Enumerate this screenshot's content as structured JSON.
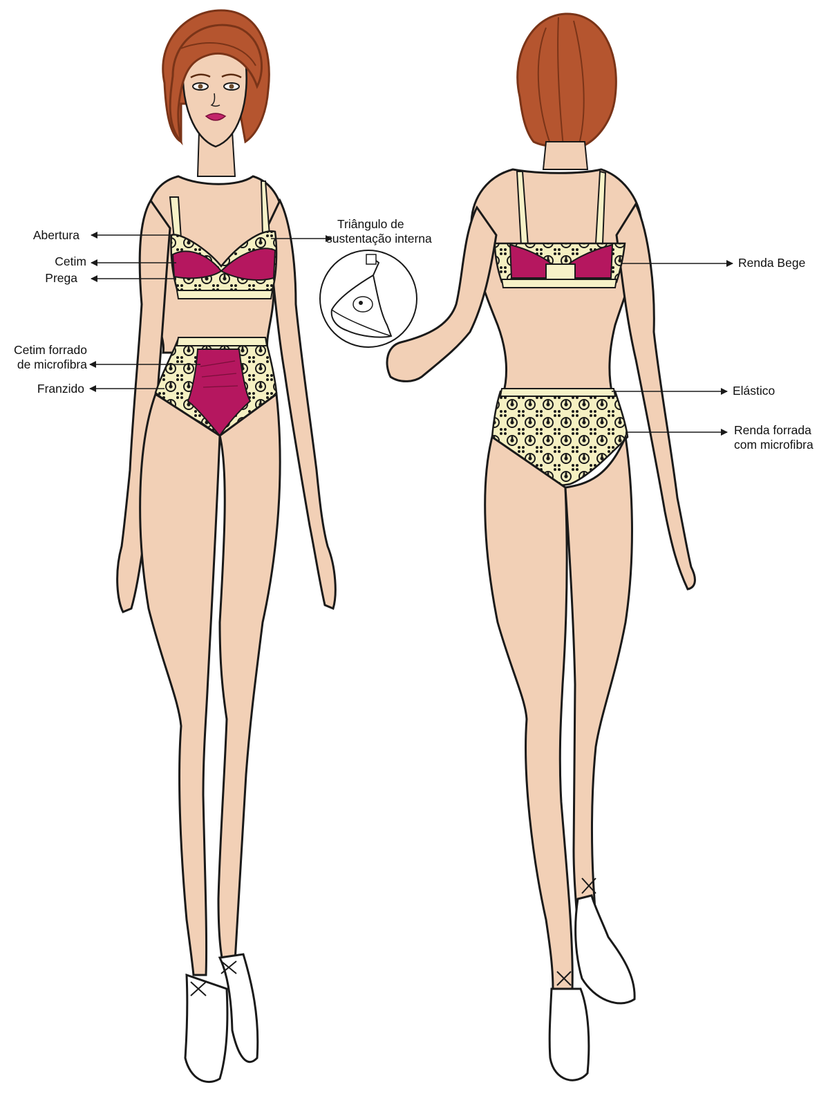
{
  "colors": {
    "skin": "#f2d0b6",
    "skin_shadow": "#e4b394",
    "hair": "#b5552f",
    "hair_dark": "#7a3418",
    "satin": "#b5175f",
    "lace_ground": "#f5f0c2",
    "lace_pattern": "#1a1a1a",
    "strap": "#f7f2c8",
    "outline": "#1a1a1a",
    "lips": "#c2246a",
    "shoe": "#ffffff"
  },
  "labels": {
    "abertura": "Abertura",
    "cetim": "Cetim",
    "prega": "Prega",
    "cetim_forrado": [
      "Cetim forrado",
      "de microfibra"
    ],
    "franzido": "Franzido",
    "triangulo": [
      "Triângulo de",
      "sustentação interna"
    ],
    "renda_bege": "Renda Bege",
    "elastico": "Elástico",
    "renda_forrada": [
      "Renda forrada",
      "com microfibra"
    ]
  }
}
